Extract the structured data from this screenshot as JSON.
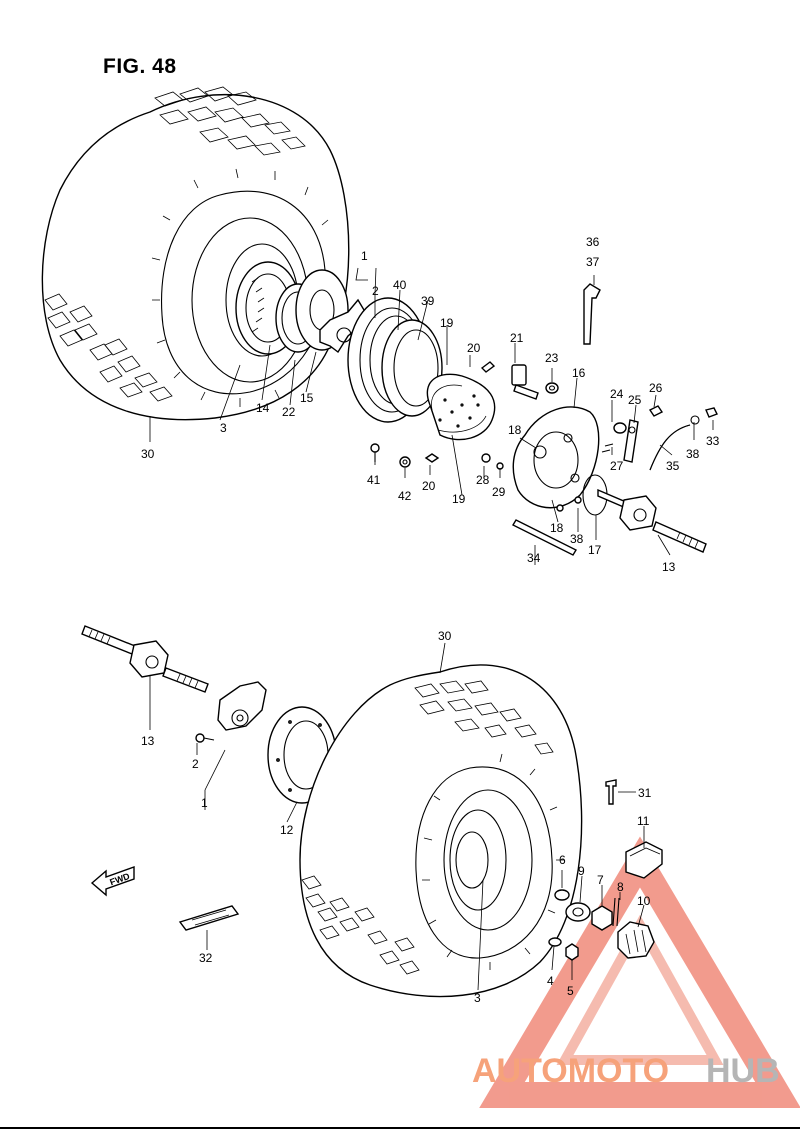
{
  "figure": {
    "title": "FIG. 48"
  },
  "callouts": [
    "1",
    "2",
    "40",
    "39",
    "19",
    "20",
    "21",
    "23",
    "36",
    "37",
    "16",
    "24",
    "25",
    "26",
    "33",
    "3",
    "14",
    "22",
    "15",
    "30",
    "41",
    "42",
    "20",
    "19",
    "18",
    "28",
    "29",
    "27",
    "38",
    "35",
    "18",
    "38",
    "34",
    "17",
    "13",
    "30",
    "13",
    "2",
    "1",
    "12",
    "31",
    "11",
    "6",
    "9",
    "7",
    "8",
    "10",
    "32",
    "4",
    "5",
    "3"
  ],
  "fwd_label": "FWD",
  "watermark": {
    "part1": "AUTOMOTO",
    "part2": "HUB",
    "color_main": "#f6a27a",
    "color_hub": "#b5b5b5",
    "triangle_color": "#f08a7a"
  }
}
